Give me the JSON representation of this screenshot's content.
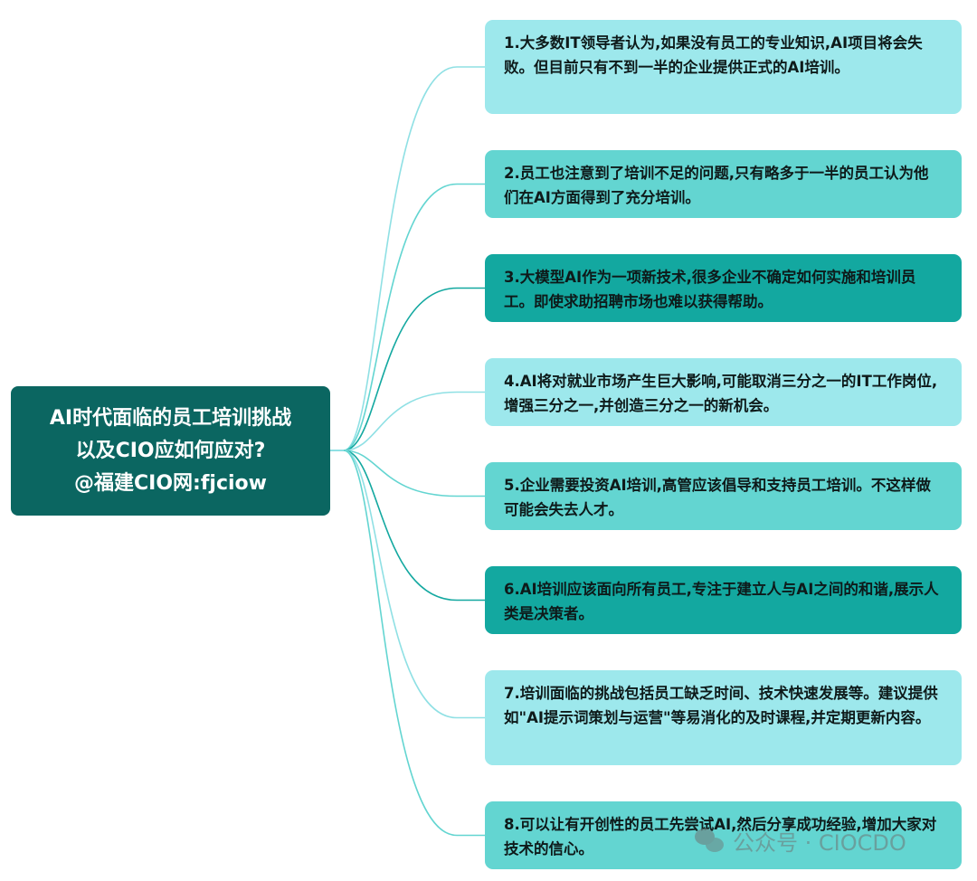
{
  "root": {
    "lines": [
      "AI时代面临的员工培训挑战",
      "以及CIO应如何应对?",
      "@福建CIO网:fjciow"
    ],
    "color": "#0b6661"
  },
  "nodes": [
    {
      "text": "1.大多数IT领导者认为,如果没有员工的专业知识,AI项目将会失败。但目前只有不到一半的企业提供正式的AI培训。",
      "color": "#9de8ec",
      "line": "#8fe0e4"
    },
    {
      "text": "2.员工也注意到了培训不足的问题,只有略多于一半的员工认为他们在AI方面得到了充分培训。",
      "color": "#63d5d1",
      "line": "#63d5d1"
    },
    {
      "text": "3.大模型AI作为一项新技术,很多企业不确定如何实施和培训员工。即使求助招聘市场也难以获得帮助。",
      "color": "#13a8a0",
      "line": "#13a8a0"
    },
    {
      "text": "4.AI将对就业市场产生巨大影响,可能取消三分之一的IT工作岗位,增强三分之一,并创造三分之一的新机会。",
      "color": "#9de8ec",
      "line": "#8fe0e4"
    },
    {
      "text": "5.企业需要投资AI培训,高管应该倡导和支持员工培训。不这样做可能会失去人才。",
      "color": "#63d5d1",
      "line": "#63d5d1"
    },
    {
      "text": "6.AI培训应该面向所有员工,专注于建立人与AI之间的和谐,展示人类是决策者。",
      "color": "#13a8a0",
      "line": "#13a8a0"
    },
    {
      "text": "7.培训面临的挑战包括员工缺乏时间、技术快速发展等。建议提供如\"AI提示词策划与运营\"等易消化的及时课程,并定期更新内容。",
      "color": "#9de8ec",
      "line": "#8fe0e4"
    },
    {
      "text": "8.可以让有开创性的员工先尝试AI,然后分享成功经验,增加大家对技术的信心。",
      "color": "#63d5d1",
      "line": "#63d5d1"
    }
  ],
  "watermark": {
    "text": "公众号 · CIOCDO",
    "icon": "wechat-icon"
  }
}
